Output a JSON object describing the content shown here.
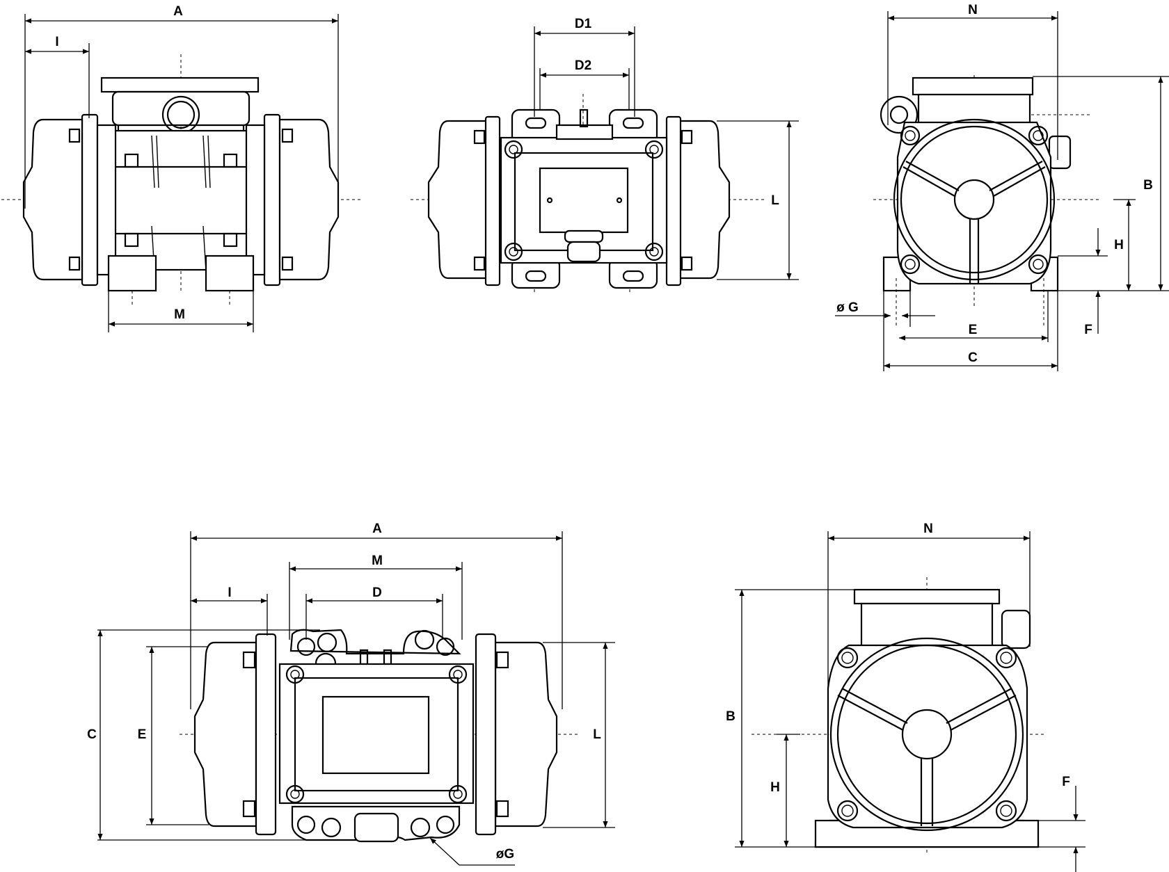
{
  "labels": {
    "a_top": "A",
    "i_top": "I",
    "m_top": "M",
    "d1": "D1",
    "d2": "D2",
    "l_top": "L",
    "n_top": "N",
    "b_top": "B",
    "h_top": "H",
    "g_top": "ø G",
    "e_top": "E",
    "f_top": "F",
    "c_top": "C",
    "a_bot": "A",
    "m_bot": "M",
    "i_bot": "I",
    "d_bot": "D",
    "c_bot": "C",
    "e_bot": "E",
    "l_bot": "L",
    "g_bot": "øG",
    "n_bot": "N",
    "b_bot": "B",
    "h_bot": "H",
    "f_bot": "F"
  }
}
